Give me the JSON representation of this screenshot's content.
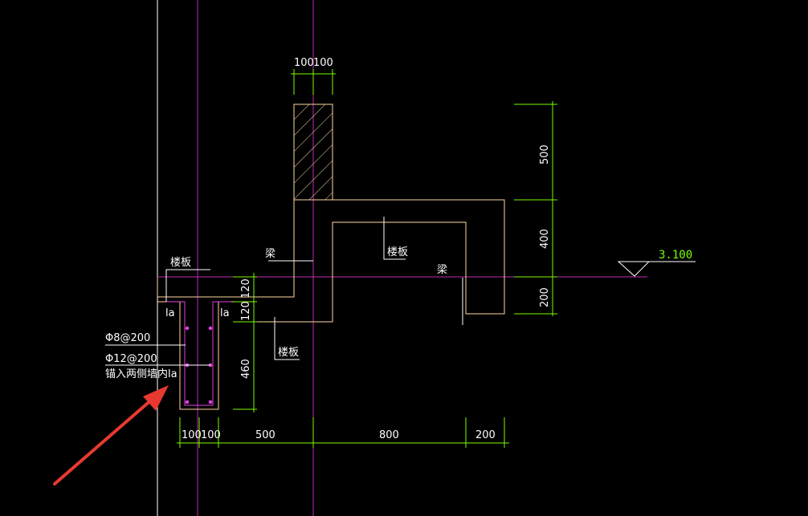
{
  "colors": {
    "background": "#000000",
    "structure": "#ffd8a0",
    "dimension": "#7CFC00",
    "axis": "#c02ab8",
    "rebar": "#e040e0",
    "text": "#ffffff",
    "arrow": "#e8392f",
    "grid": "#ffffff"
  },
  "dims": {
    "top_a": "100",
    "top_b": "100",
    "r500": "500",
    "r400": "400",
    "r200": "200",
    "l120a": "120",
    "l120b": "120",
    "l460": "460",
    "b100a": "100",
    "b100b": "100",
    "b500": "500",
    "b800": "800",
    "b200": "200"
  },
  "elevation": "3.100",
  "labels": {
    "slab_left": "楼板",
    "slab_right": "楼板",
    "slab_lower": "楼板",
    "beam_left": "梁",
    "beam_right": "梁",
    "la_left": "la",
    "la_right": "la",
    "rebar_1": "Φ8@200",
    "rebar_2": "Φ12@200",
    "rebar_note": "锚入两侧墙内la"
  }
}
